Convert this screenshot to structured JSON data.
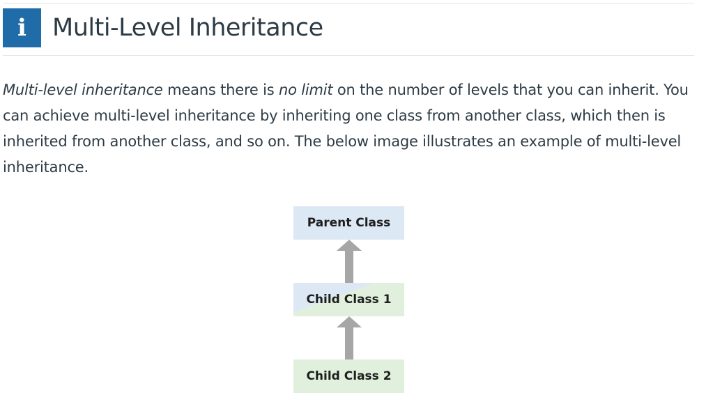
{
  "header": {
    "icon": "info-icon",
    "icon_glyph": "i",
    "title": "Multi-Level Inheritance",
    "accent_color": "#1f6ca8"
  },
  "paragraph": {
    "term": "Multi-level inheritance",
    "text_1": " means there is ",
    "emphasis": "no limit",
    "text_2": " on the number of levels that you can inherit. You can achieve multi-level inheritance by inheriting one class from another class, which then is inherited from another class, and so on. The below image illustrates an example of multi-level inheritance."
  },
  "diagram": {
    "boxes": [
      {
        "label": "Parent Class",
        "color": "#dde8f5"
      },
      {
        "label": "Child Class 1",
        "color": "#e0f0dc"
      },
      {
        "label": "Child Class 2",
        "color": "#e0f0dc"
      }
    ],
    "arrow_icon": "arrow-up-icon",
    "arrow_color": "#a6a6a6"
  }
}
